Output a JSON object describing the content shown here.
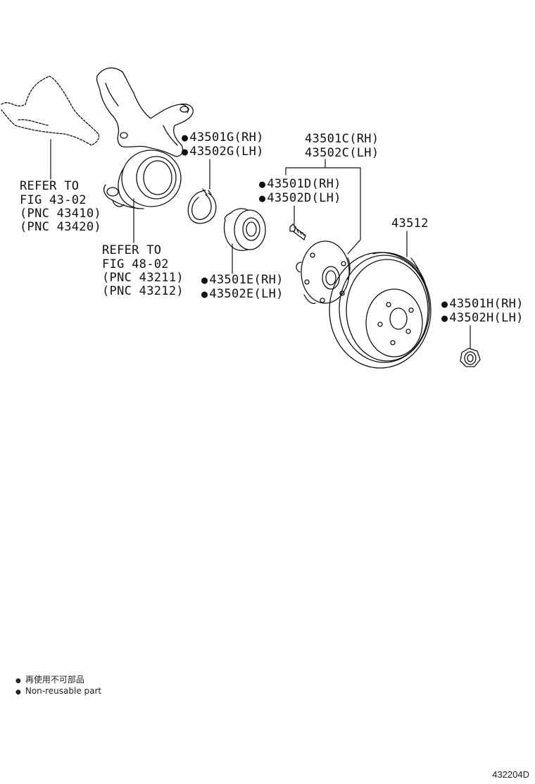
{
  "labels": {
    "g": {
      "rh": "43501G(RH)",
      "lh": "43502G(LH)"
    },
    "c": {
      "rh": "43501C(RH)",
      "lh": "43502C(LH)"
    },
    "d": {
      "rh": "43501D(RH)",
      "lh": "43502D(LH)"
    },
    "e": {
      "rh": "43501E(RH)",
      "lh": "43502E(LH)"
    },
    "h": {
      "rh": "43501H(RH)",
      "lh": "43502H(LH)"
    },
    "disc": "43512",
    "refer_a": {
      "line1": "REFER TO",
      "line2": "FIG 43-02",
      "line3": "(PNC 43410)",
      "line4": "(PNC 43420)"
    },
    "refer_b": {
      "line1": "REFER TO",
      "line2": "FIG 48-02",
      "line3": "(PNC 43211)",
      "line4": "(PNC 43212)"
    }
  },
  "legend": {
    "line_cjk": "再使用不可部品",
    "line_en": "Non-reusable part",
    "bullet": "●"
  },
  "figure_code": "432204D"
}
